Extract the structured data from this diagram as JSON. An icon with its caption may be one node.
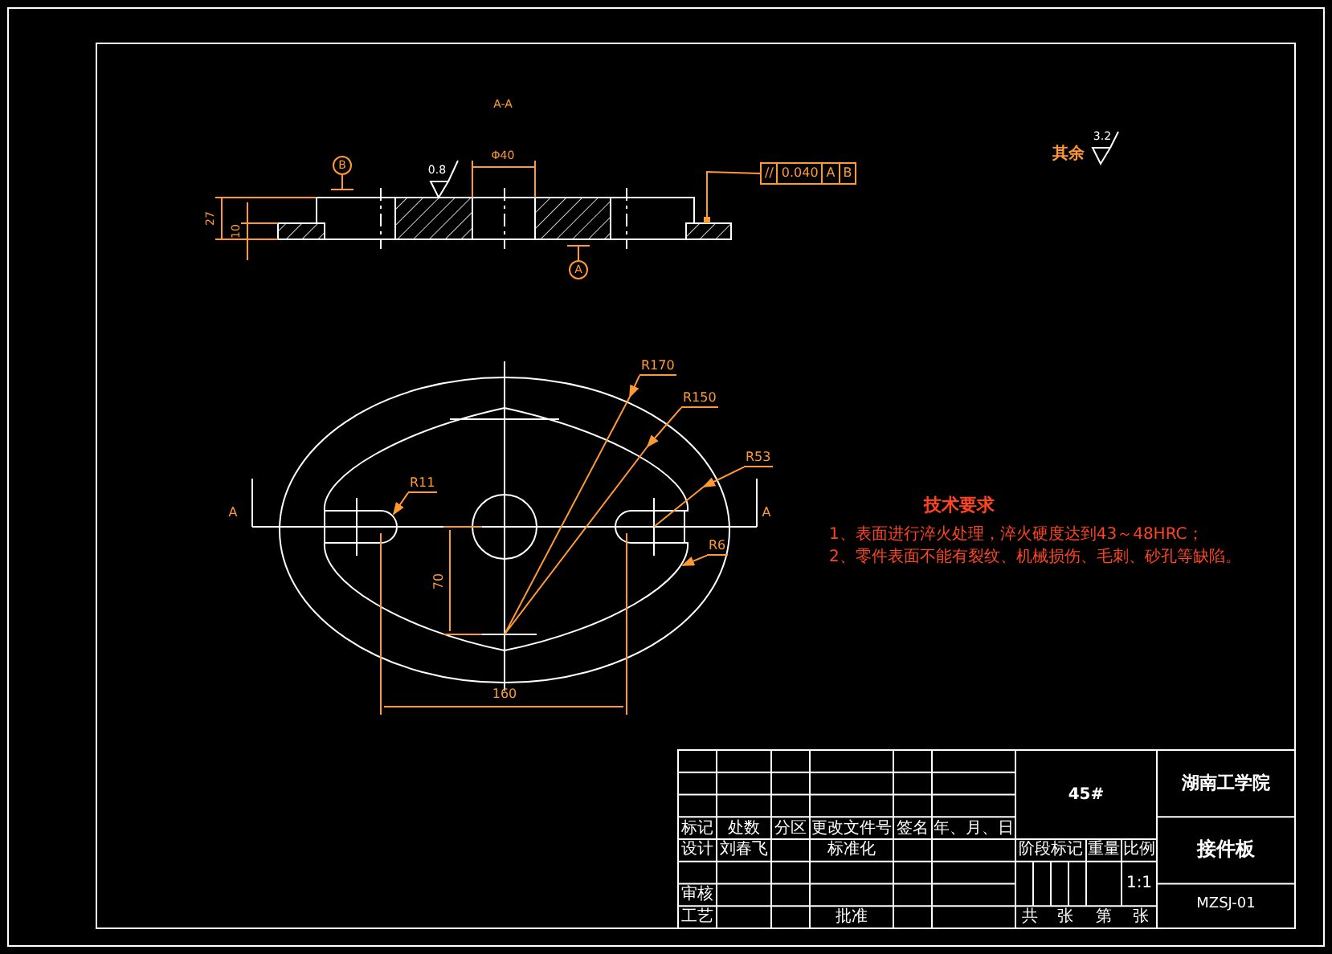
{
  "diagram": {
    "nodes": [
      {
        "text": [
          "R170"
        ]
      },
      {
        "text": [
          "R150"
        ]
      },
      {
        "text": [
          "R53"
        ]
      },
      {
        "text": [
          "R11"
        ]
      },
      {
        "text": [
          "R6"
        ]
      },
      {
        "text": [
          "//",
          "0.040",
          "A",
          "B"
        ]
      }
    ],
    "edges": [
      {
        "from": 0,
        "to": null,
        "arrow": "to"
      },
      {
        "from": 1,
        "to": null,
        "arrow": "to"
      },
      {
        "from": 2,
        "to": null,
        "arrow": "to"
      },
      {
        "from": 3,
        "to": null,
        "arrow": "to"
      },
      {
        "from": 4,
        "to": null,
        "arrow": "to"
      },
      {
        "from": 5,
        "to": null,
        "arrow": "other"
      }
    ],
    "labels": [
      "A-A",
      "B",
      "0.8",
      "Φ40",
      "其余",
      "3.2",
      "27",
      "10",
      "A",
      "A",
      "A",
      "70",
      "160",
      "技术要求",
      "1、表面进行淬火处理，淬火硬度达到43～48HRC；",
      "2、零件表面不能有裂纹、机械损伤、毛刺、砂孔等缺陷。",
      "标记",
      "处数",
      "分区",
      "更改文件号",
      "签名",
      "年、月、日",
      "设计",
      "刘春飞",
      "标准化",
      "审核",
      "工艺",
      "批准",
      "45#",
      "湖南工学院",
      "阶段标记",
      "重量",
      "比例",
      "接件板",
      "1:1",
      "MZSJ-01",
      "共",
      "张",
      "第",
      "张"
    ]
  }
}
